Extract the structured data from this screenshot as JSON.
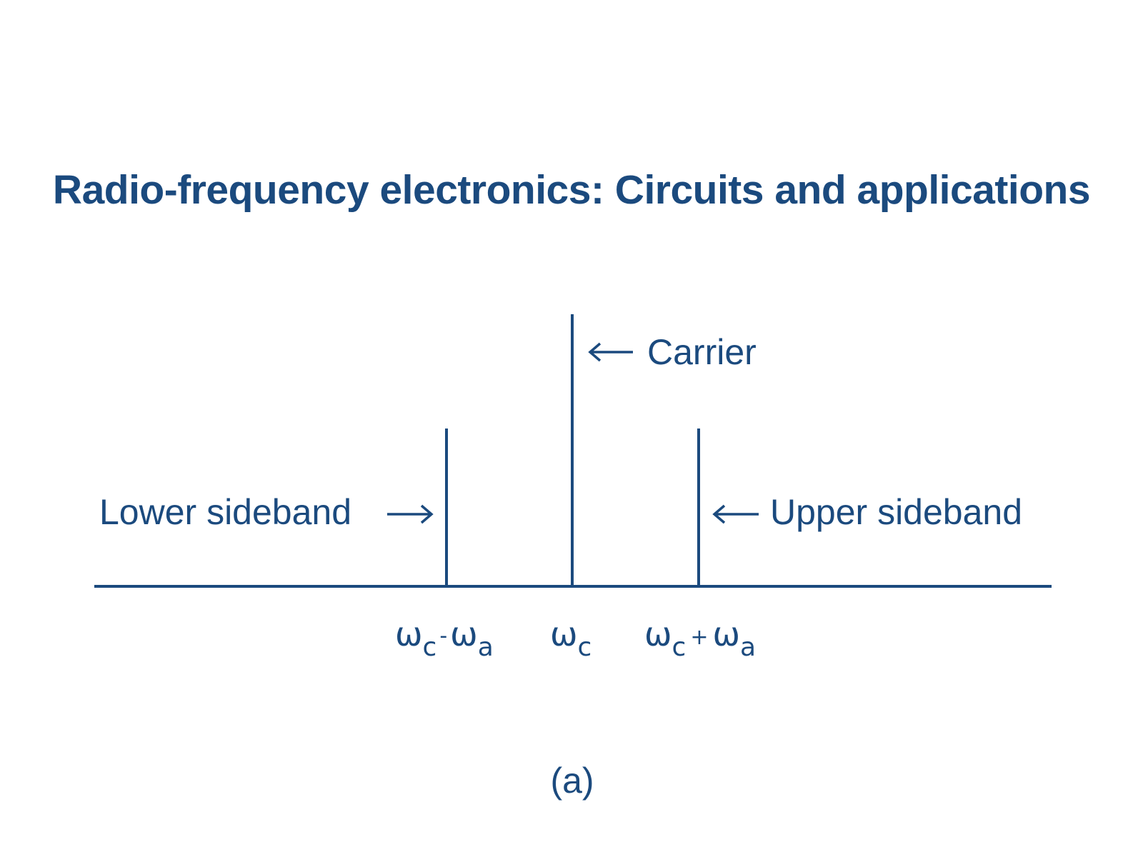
{
  "title": "Radio-frequency electronics: Circuits and applications",
  "colors": {
    "primary": "#1b4a7e",
    "background": "#ffffff"
  },
  "diagram": {
    "labels": {
      "carrier": "Carrier",
      "lower_sideband": "Lower sideband",
      "upper_sideband": "Upper sideband"
    },
    "arrows": {
      "carrier": "left-arrow",
      "lower_sideband": "right-arrow",
      "upper_sideband": "left-arrow"
    },
    "tick_labels": {
      "lower": {
        "main": "ω",
        "sub1": "c",
        "op": "-",
        "main2": "ω",
        "sub2": "a"
      },
      "carrier": {
        "main": "ω",
        "sub1": "c"
      },
      "upper": {
        "main": "ω",
        "sub1": "c",
        "op": "+",
        "main2": "ω",
        "sub2": "a"
      }
    },
    "caption": "(a)"
  }
}
